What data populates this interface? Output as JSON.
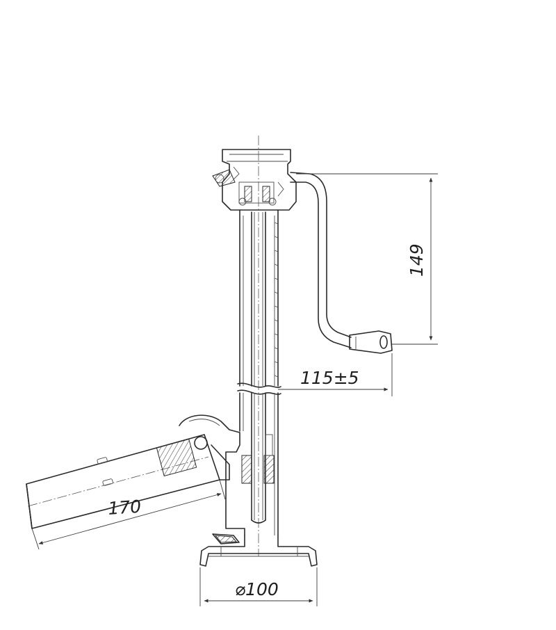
{
  "dimensions": {
    "crank_height": "149",
    "crank_reach": "115±5",
    "handle_length": "170",
    "foot_diameter": "⌀100"
  },
  "colors": {
    "line": "#2a2a2a",
    "background": "#ffffff"
  }
}
